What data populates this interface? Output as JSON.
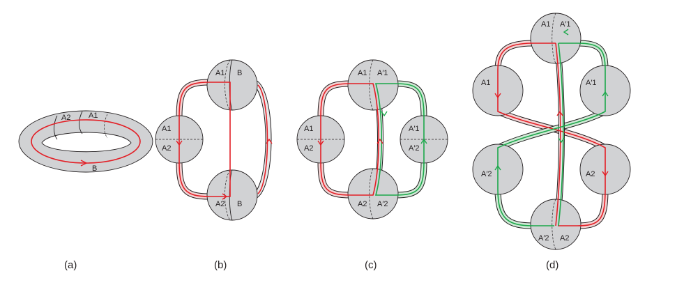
{
  "panels": [
    {
      "id": "a",
      "caption": "(a)",
      "labels": [
        "A2",
        "A1",
        "B"
      ]
    },
    {
      "id": "b",
      "caption": "(b)",
      "labels": [
        "A1",
        "B",
        "A1",
        "A2",
        "A2",
        "B"
      ]
    },
    {
      "id": "c",
      "caption": "(c)",
      "labels": [
        "A1",
        "A′1",
        "A1",
        "A2",
        "A′1",
        "A′2",
        "A2",
        "A′2"
      ]
    },
    {
      "id": "d",
      "caption": "(d)",
      "labels": [
        "A1",
        "A′1",
        "A1",
        "A′1",
        "A′2",
        "A2",
        "A′2",
        "A2"
      ]
    }
  ],
  "colors": {
    "red": "#e31e25",
    "green": "#1ba84a",
    "ball": "#d1d2d4"
  }
}
